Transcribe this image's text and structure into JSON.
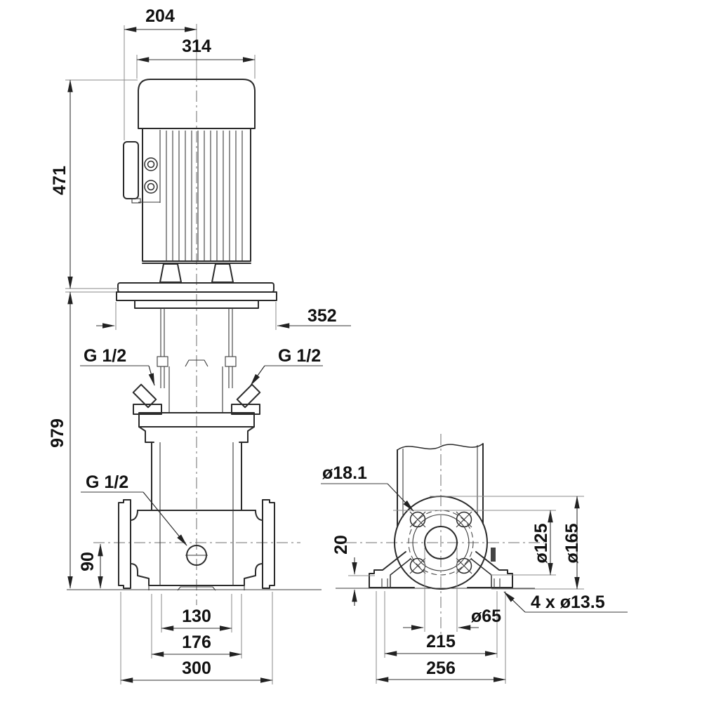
{
  "drawing": {
    "kind": "vertical multistage pump dimensional drawing",
    "front_view": {
      "dim_204": "204",
      "dim_314": "314",
      "dim_471": "471",
      "dim_979": "979",
      "dim_352": "352",
      "port_left": "G 1/2",
      "port_right": "G 1/2",
      "port_drain": "G 1/2",
      "dim_90": "90",
      "dim_130": "130",
      "dim_176": "176",
      "dim_300": "300"
    },
    "end_view": {
      "dim_flange_hole": "ø18.1",
      "dim_20": "20",
      "dim_125": "ø125",
      "dim_165": "ø165",
      "dim_foot_holes": "4 x ø13.5",
      "dim_65": "ø65",
      "dim_215": "215",
      "dim_256": "256"
    }
  },
  "colors": {
    "background": "#ffffff",
    "object_line": "#2b2b2b",
    "dimension_line": "#333333",
    "extension_line": "#8a8a8a",
    "text": "#111111"
  }
}
